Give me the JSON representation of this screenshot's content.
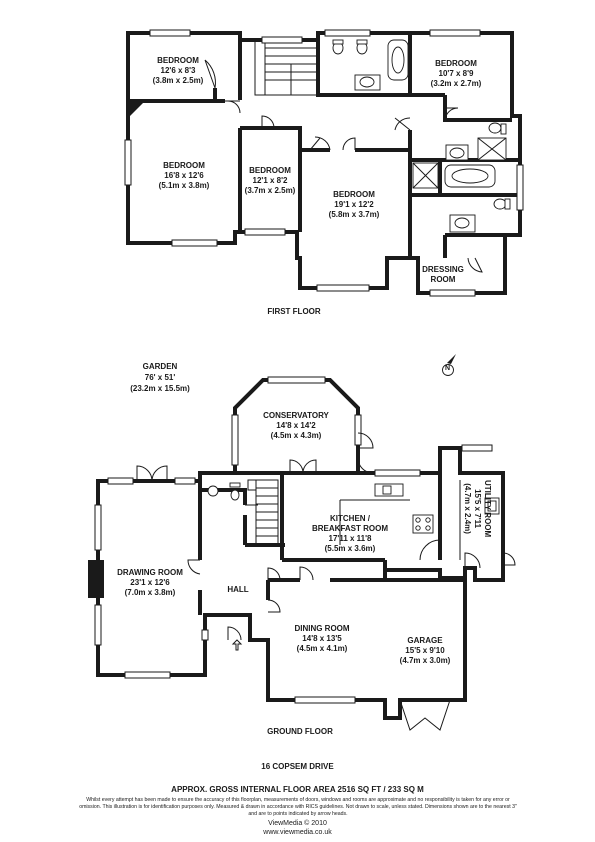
{
  "first_floor": {
    "title": "FIRST FLOOR",
    "rooms": [
      {
        "id": "bed-a",
        "name": "BEDROOM",
        "imperial": "12'6 x 8'3",
        "metric": "(3.8m x 2.5m)"
      },
      {
        "id": "bed-b",
        "name": "BEDROOM",
        "imperial": "10'7 x 8'9",
        "metric": "(3.2m x 2.7m)"
      },
      {
        "id": "bed-c",
        "name": "BEDROOM",
        "imperial": "16'8 x 12'6",
        "metric": "(5.1m x 3.8m)"
      },
      {
        "id": "bed-d",
        "name": "BEDROOM",
        "imperial": "12'1 x 8'2",
        "metric": "(3.7m x 2.5m)"
      },
      {
        "id": "bed-e",
        "name": "BEDROOM",
        "imperial": "19'1 x 12'2",
        "metric": "(5.8m x 3.7m)"
      },
      {
        "id": "dressing",
        "name_line1": "DRESSING",
        "name_line2": "ROOM"
      }
    ]
  },
  "ground_floor": {
    "title": "GROUND FLOOR",
    "garden": {
      "name": "GARDEN",
      "imperial": "76' x 51'",
      "metric": "(23.2m x 15.5m)"
    },
    "compass": "N",
    "rooms": [
      {
        "id": "conservatory",
        "name": "CONSERVATORY",
        "imperial": "14'8 x 14'2",
        "metric": "(4.5m x 4.3m)"
      },
      {
        "id": "kitchen",
        "name_line1": "KITCHEN /",
        "name_line2": "BREAKFAST ROOM",
        "imperial": "17'11 x 11'8",
        "metric": "(5.5m x 3.6m)"
      },
      {
        "id": "utility",
        "name": "UTILITY ROOM",
        "imperial": "15'5 x 7'11",
        "metric": "(4.7m x 2.4m)"
      },
      {
        "id": "drawing",
        "name": "DRAWING ROOM",
        "imperial": "23'1 x 12'6",
        "metric": "(7.0m x 3.8m)"
      },
      {
        "id": "hall",
        "name": "HALL"
      },
      {
        "id": "dining",
        "name": "DINING ROOM",
        "imperial": "14'8 x 13'5",
        "metric": "(4.5m x 4.1m)"
      },
      {
        "id": "garage",
        "name": "GARAGE",
        "imperial": "15'5 x 9'10",
        "metric": "(4.7m x 3.0m)"
      }
    ]
  },
  "footer": {
    "address": "16 COPSEM DRIVE",
    "area": "APPROX. GROSS INTERNAL FLOOR AREA 2516 SQ FT / 233 SQ M",
    "disclaimer": "Whilst every attempt has been made to ensure the accuracy of this floorplan, measurements of doors, windows and rooms are approximate and no responsibility is taken for any error or omission. This illustration is for identification purposes only. Measured & drawn in accordance with RICS guidelines. Not drawn to scale, unless stated. Dimensions shown are to the nearest 3\" and are to points indicated by arrow heads.",
    "copyright": "ViewMedia © 2010",
    "website": "www.viewmedia.co.uk"
  }
}
